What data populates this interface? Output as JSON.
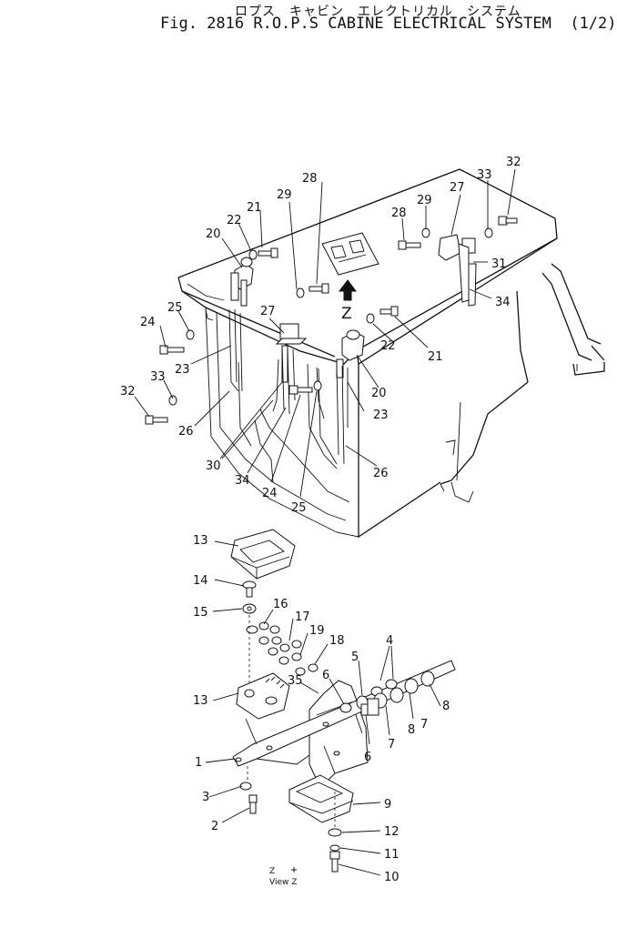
{
  "title": {
    "japanese": "ロプス　キャビン　エレクトリカル　システム",
    "english": "Fig. 2816 R.O.P.S CABINE ELECTRICAL SYSTEM  (1/2)"
  },
  "callouts": {
    "c1": "1",
    "c2": "2",
    "c3": "3",
    "c4": "4",
    "c5": "5",
    "c6a": "6",
    "c6b": "6",
    "c7a": "7",
    "c7b": "7",
    "c8a": "8",
    "c8b": "8",
    "c9": "9",
    "c10": "10",
    "c11": "11",
    "c12": "12",
    "c13a": "13",
    "c13b": "13",
    "c14": "14",
    "c15": "15",
    "c16": "16",
    "c17": "17",
    "c18": "18",
    "c19": "19",
    "c20a": "20",
    "c20b": "20",
    "c21a": "21",
    "c21b": "21",
    "c22a": "22",
    "c22b": "22",
    "c23a": "23",
    "c23b": "23",
    "c24a": "24",
    "c24b": "24",
    "c25a": "25",
    "c25b": "25",
    "c26a": "26",
    "c26b": "26",
    "c27a": "27",
    "c27b": "27",
    "c28a": "28",
    "c28b": "28",
    "c29a": "29",
    "c29b": "29",
    "c30": "30",
    "c31": "31",
    "c32a": "32",
    "c32b": "32",
    "c33a": "33",
    "c33b": "33",
    "c34a": "34",
    "c34b": "34",
    "c35": "35"
  },
  "view_marker": {
    "letter": "Z"
  },
  "view_caption": {
    "z": "Z",
    "text": "View  Z"
  }
}
